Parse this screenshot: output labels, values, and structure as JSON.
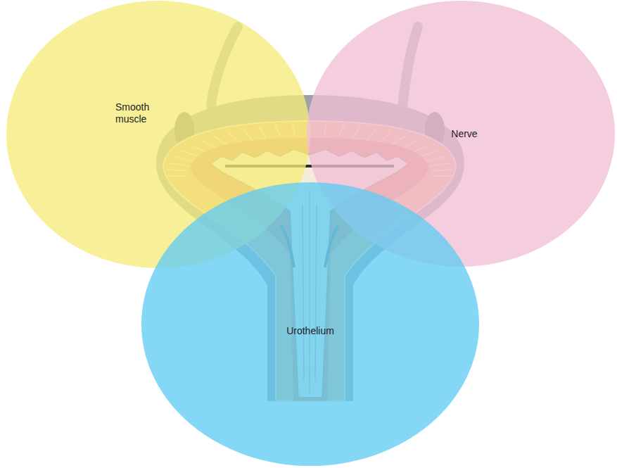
{
  "diagram": {
    "nodes": [
      {
        "text": [
          "Smooth muscle"
        ]
      },
      {
        "text": [
          "Nerve"
        ]
      },
      {
        "text": [
          "Urothelium"
        ]
      }
    ]
  }
}
